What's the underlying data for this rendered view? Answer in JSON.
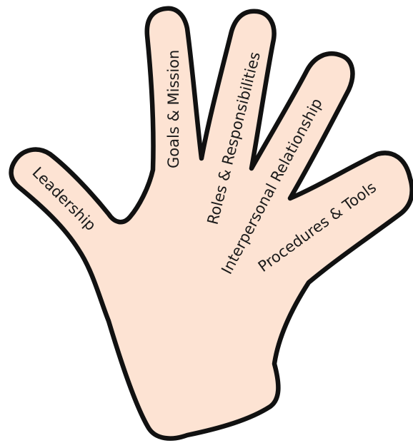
{
  "diagram": {
    "labels": {
      "thumb": "Leadership",
      "index": "Goals & Mission",
      "middle": "Roles & Responsibilities",
      "ring": "Interpersonal Relationship",
      "pinky": "Procedures & Tools"
    },
    "colors": {
      "skin": "#fde3d3",
      "outline": "#111111",
      "text": "#1a1a1a"
    }
  }
}
